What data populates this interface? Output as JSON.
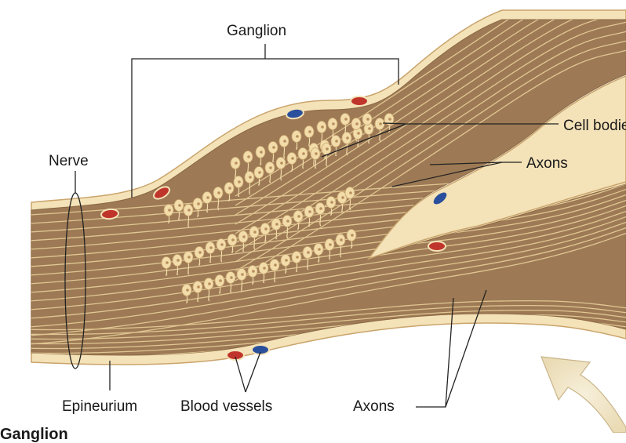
{
  "labels": {
    "ganglion": "Ganglion",
    "cell_bodies": "Cell bodies",
    "axons_upper": "Axons",
    "nerve": "Nerve",
    "epineurium": "Epineurium",
    "blood_vessels": "Blood vessels",
    "axons_lower": "Axons"
  },
  "caption": "Ganglion",
  "colors": {
    "nerve_fill": "#9d7a55",
    "nerve_dark": "#7e5d3d",
    "fiber": "#e8cf9a",
    "sheath": "#f4e2b8",
    "sheath_edge": "#c9a46c",
    "cell": "#f2dcaa",
    "vessel_red": "#c0352b",
    "vessel_blue": "#2a4f9c",
    "arrow": "#f1e6c9",
    "line": "#222222"
  }
}
